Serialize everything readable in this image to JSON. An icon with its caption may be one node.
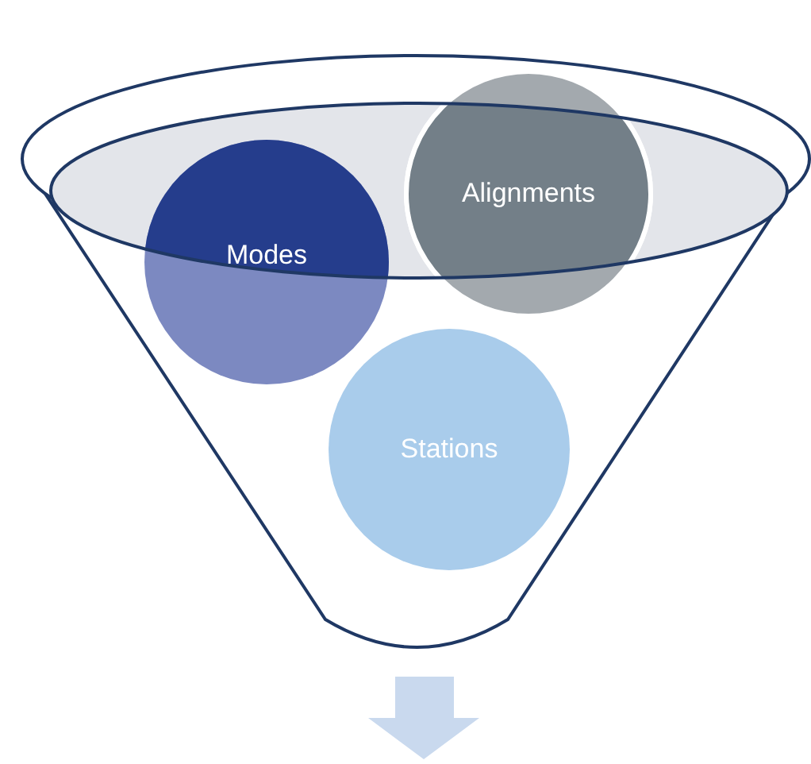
{
  "diagram": {
    "nodes": [
      {
        "text": [
          "Modes"
        ]
      },
      {
        "text": [
          "Alignments"
        ]
      },
      {
        "text": [
          "Stations"
        ]
      }
    ]
  }
}
